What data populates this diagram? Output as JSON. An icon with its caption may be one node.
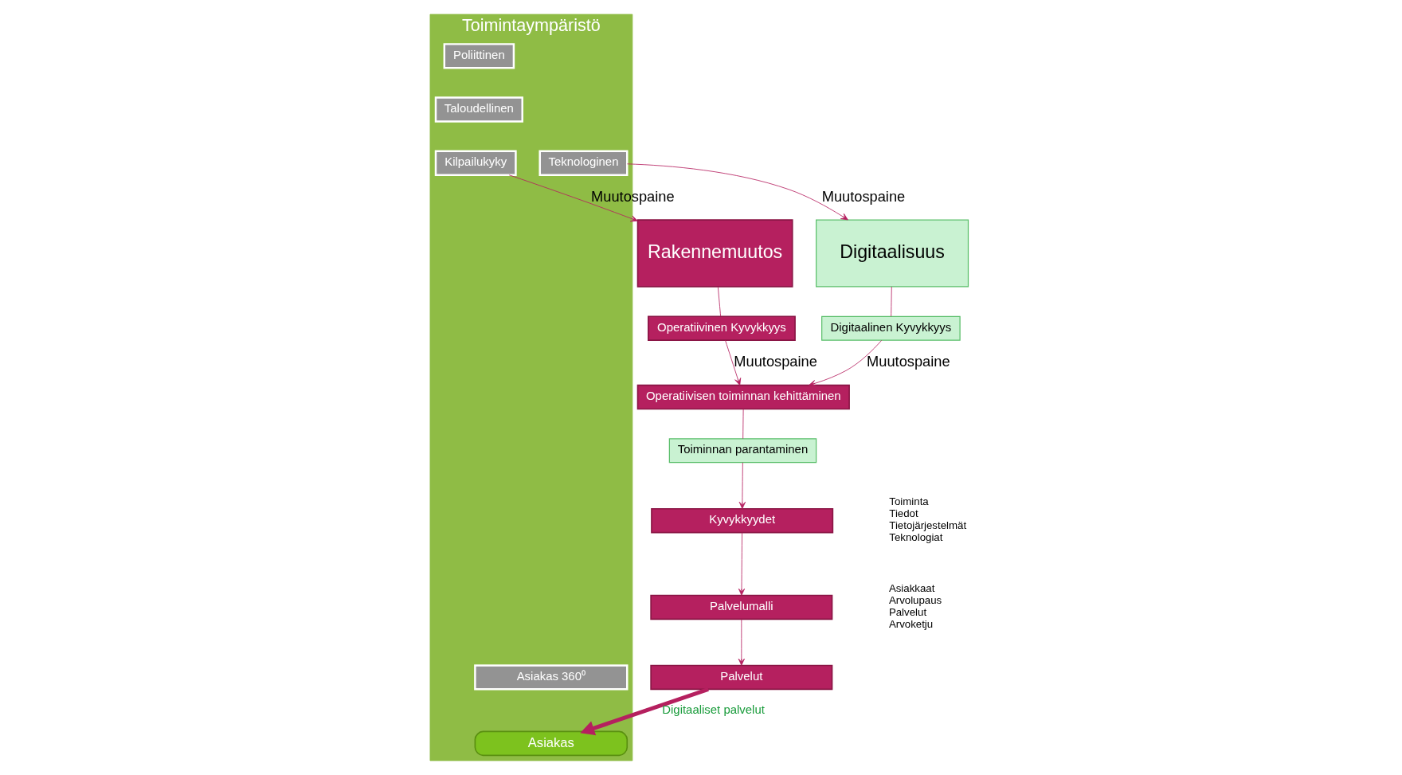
{
  "diagram": {
    "nodes": [
      {
        "text": [
          "Toimintaympäristö"
        ]
      },
      {
        "text": [
          "Poliittinen"
        ],
        "in": 0
      },
      {
        "text": [
          "Taloudellinen"
        ],
        "in": 0
      },
      {
        "text": [
          "Kilpailukyky"
        ],
        "in": 0
      },
      {
        "text": [
          "Asiakas 360⁰"
        ],
        "in": 0
      },
      {
        "text": [
          "Asiakas"
        ],
        "in": 0
      },
      {
        "text": [
          "Teknologinen"
        ],
        "in": 0
      },
      {
        "text": [
          "Rakennemuutos"
        ]
      },
      {
        "text": [
          "Operatiivinen Kyvykkyys"
        ]
      },
      {
        "text": [
          "Palvelut"
        ]
      },
      {
        "text": [
          "Palvelumalli"
        ],
        "beside": [
          "Asiakkaat",
          "Arvolupaus",
          "Palvelut",
          "Arvoketju"
        ]
      },
      {
        "text": [
          "Kyvykkyydet"
        ],
        "beside": [
          "Toiminta",
          "Tiedot",
          "Tietojärjestelmät",
          "Teknologiat"
        ]
      },
      {
        "text": [
          "Toiminnan parantaminen"
        ]
      },
      {
        "text": [
          "Operatiivisen toiminnan kehittäminen"
        ]
      },
      {
        "text": [
          "Digitaalisuus"
        ]
      },
      {
        "text": [
          "Digitaalinen Kyvykkyys"
        ]
      }
    ],
    "edges": [
      {
        "from": 3,
        "to": 7,
        "arrow": "to",
        "label": "Muutospaine"
      },
      {
        "from": 6,
        "to": 14,
        "arrow": "to",
        "label": "Muutospaine"
      },
      {
        "from": 7,
        "to": 8,
        "arrow": "none"
      },
      {
        "from": 14,
        "to": 15,
        "arrow": "none"
      },
      {
        "from": 8,
        "to": 13,
        "arrow": "to",
        "label": "Muutospaine"
      },
      {
        "from": 15,
        "to": 13,
        "arrow": "to",
        "label": "Muutospaine"
      },
      {
        "from": 13,
        "to": 12,
        "arrow": "none"
      },
      {
        "from": 12,
        "to": 11,
        "arrow": "to"
      },
      {
        "from": 11,
        "to": 10,
        "arrow": "to"
      },
      {
        "from": 10,
        "to": 9,
        "arrow": "to"
      },
      {
        "from": 9,
        "to": 5,
        "arrow": "to",
        "label": "Digitaaliset palvelut",
        "style": "thick",
        "color": "#b5205f"
      }
    ]
  }
}
